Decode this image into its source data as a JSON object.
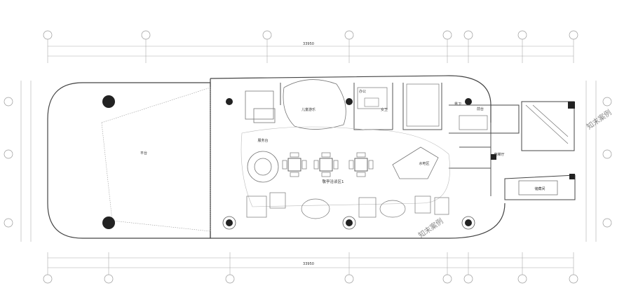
{
  "plan": {
    "rooms": {
      "children_play": "儿童游乐",
      "office": "办公",
      "restroom": "女卫",
      "staff": "男卫",
      "service_desk": "服务台",
      "water_bar": "水吧区",
      "reception": "前台",
      "lounge_1": "敬亭洽谈区1",
      "elevator_hall": "电梯厅",
      "storage": "储藏间",
      "terrace": "平台"
    },
    "top_total": "33950",
    "bottom_total": "33950",
    "watermark": "知末案例"
  }
}
